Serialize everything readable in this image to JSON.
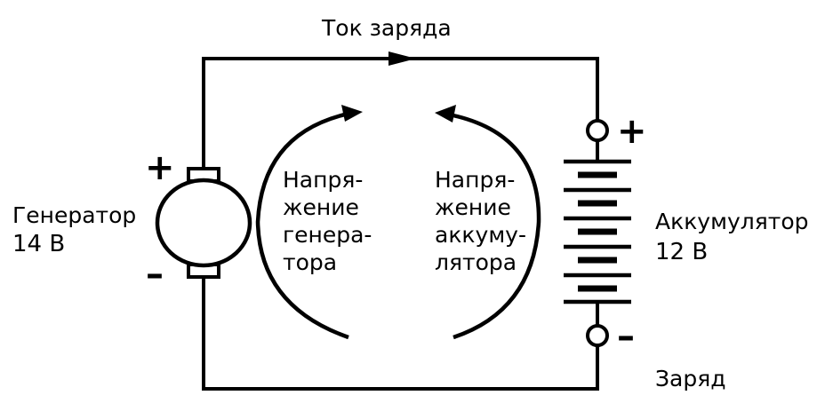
{
  "title": "Ток заряда",
  "bottom_label": "Заряд",
  "generator": {
    "name": "Генератор",
    "voltage": "14 В",
    "plus": "+",
    "minus": "–",
    "emf_lines": [
      "Напря-",
      "жение",
      "генера-",
      "тора"
    ]
  },
  "battery": {
    "name": "Аккумулятор",
    "voltage": "12 В",
    "plus": "+",
    "minus": "–",
    "emf_lines": [
      "Напря-",
      "жение",
      "аккуму-",
      "лятора"
    ]
  },
  "icons": {
    "current_arrow": "arrow-right-icon",
    "generator_symbol": "dc-generator-icon",
    "battery_symbol": "battery-cells-icon"
  }
}
